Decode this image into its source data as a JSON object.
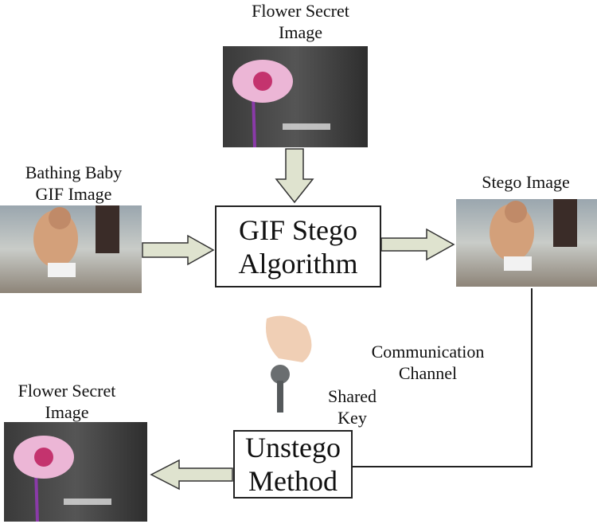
{
  "top_input": {
    "label_line1": "Flower Secret",
    "label_line2": "Image"
  },
  "cover_input": {
    "label_line1": "Bathing Baby",
    "label_line2": "GIF Image"
  },
  "stego_box": {
    "line1": "GIF Stego",
    "line2": "Algorithm"
  },
  "stego_output": {
    "label": "Stego Image"
  },
  "channel": {
    "line1": "Communication",
    "line2": "Channel"
  },
  "key": {
    "line1": "Shared",
    "line2": "Key"
  },
  "unstego_box": {
    "line1": "Unstego",
    "line2": "Method"
  },
  "recovered": {
    "label_line1": "Flower Secret",
    "label_line2": "Image"
  },
  "colors": {
    "arrow_fill": "#dfe3cf",
    "arrow_stroke": "#333333",
    "line": "#222222"
  }
}
